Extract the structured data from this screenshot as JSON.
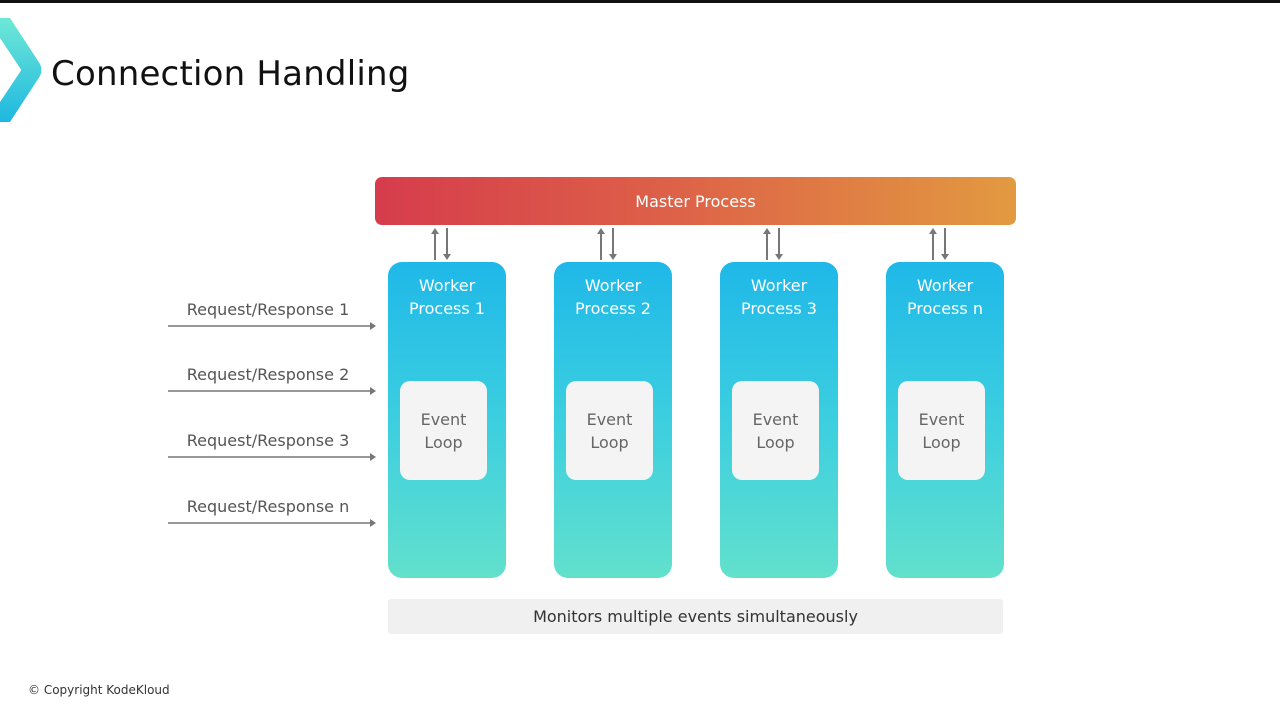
{
  "title": "Connection Handling",
  "master": {
    "label": "Master Process"
  },
  "workers": [
    {
      "line1": "Worker",
      "line2": "Process 1",
      "loop1": "Event",
      "loop2": "Loop"
    },
    {
      "line1": "Worker",
      "line2": "Process 2",
      "loop1": "Event",
      "loop2": "Loop"
    },
    {
      "line1": "Worker",
      "line2": "Process 3",
      "loop1": "Event",
      "loop2": "Loop"
    },
    {
      "line1": "Worker",
      "line2": "Process n",
      "loop1": "Event",
      "loop2": "Loop"
    }
  ],
  "requests": [
    "Request/Response 1",
    "Request/Response 2",
    "Request/Response 3",
    "Request/Response n"
  ],
  "monitor": "Monitors multiple events simultaneously",
  "copyright": "© Copyright KodeKloud",
  "colors": {
    "master_start": "#d63c4c",
    "master_end": "#e29a40",
    "worker_top": "#1fb8e8",
    "worker_bottom": "#62e0cc"
  }
}
